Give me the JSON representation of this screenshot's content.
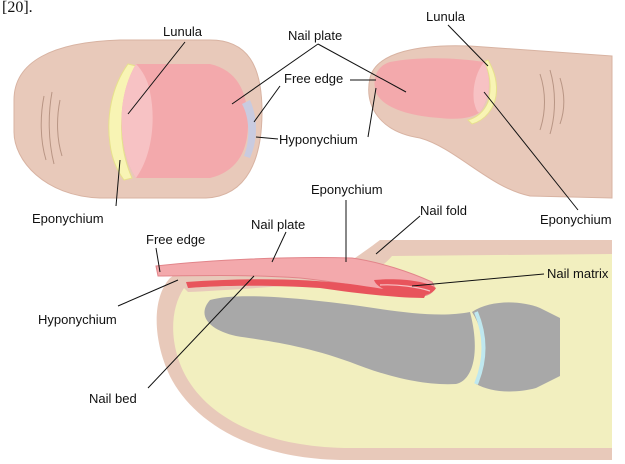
{
  "header_fragment": "[20].",
  "colors": {
    "skin": "#e8c9ba",
    "skin_shadow": "#d9b4a3",
    "nail_plate": "#f3a9ac",
    "nail_plate_light": "#f7c2c4",
    "lunula": "#f8f4b4",
    "tissue": "#f2efbf",
    "bone": "#a8a8a8",
    "joint": "#bfe8ef",
    "matrix": "#e8545c",
    "bed": "#e8545c",
    "hyponychium": "#c9cbe0"
  },
  "labels": {
    "top_left": {
      "lunula": "Lunula",
      "nail_plate": "Nail plate",
      "free_edge": "Free edge",
      "hyponychium": "Hyponychium",
      "eponychium": "Eponychium"
    },
    "top_right": {
      "lunula": "Lunula",
      "eponychium": "Eponychium"
    },
    "cross_section": {
      "eponychium": "Eponychium",
      "nail_fold": "Nail fold",
      "free_edge": "Free edge",
      "nail_plate": "Nail plate",
      "nail_matrix": "Nail matrix",
      "hyponychium": "Hyponychium",
      "nail_bed": "Nail bed"
    }
  }
}
